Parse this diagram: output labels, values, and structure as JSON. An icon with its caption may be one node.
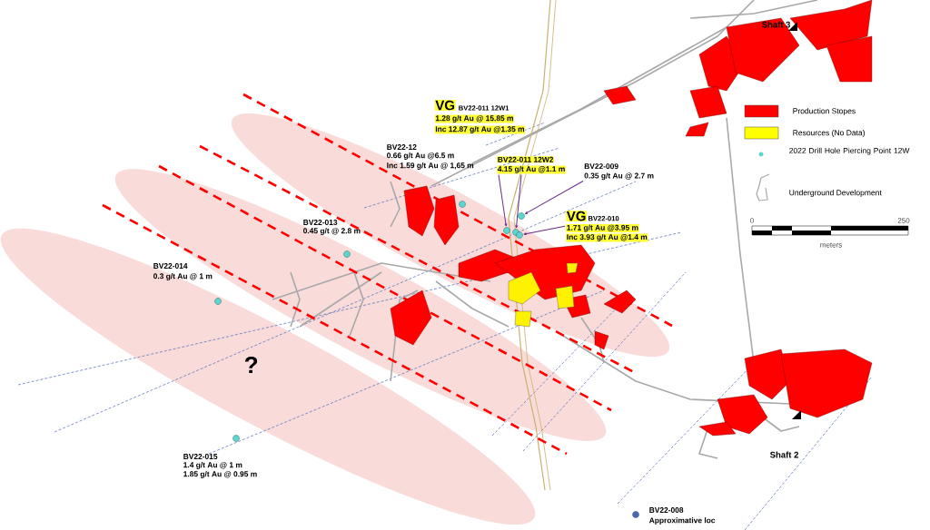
{
  "diagram": {
    "nodes": [
      {
        "text": [
          "BV22-011 12W2",
          "4.15 g/t Au @1.1 m"
        ]
      },
      {
        "text": [
          "BV22-009",
          "0.35 g/t Au @ 2.7 m"
        ]
      },
      {
        "text": [
          "VG",
          "BV22-010",
          "1.71 g/t Au @3.95 m",
          "Inc 3.93 g/t Au @1.4 m"
        ]
      },
      {
        "text": [],
        "shape": "circle"
      },
      {
        "text": [],
        "shape": "circle"
      },
      {
        "text": [],
        "shape": "circle"
      },
      {
        "text": [],
        "shape": "circle"
      }
    ],
    "edges": [
      {
        "from": 0,
        "to": 3,
        "arrow": "to"
      },
      {
        "from": 0,
        "to": 4,
        "arrow": "to"
      },
      {
        "from": 1,
        "to": 5,
        "arrow": "to"
      },
      {
        "from": 2,
        "to": 6,
        "arrow": "to"
      }
    ],
    "labels": [
      "VG",
      "BV22-011 12W1",
      "1.28 g/t Au @ 15.85 m",
      "Inc 12.87 g/t Au @1.35 m",
      "Shaft 3",
      "BV22-12",
      "0.66 g/t Au @6.5 m",
      "Inc 1.59 g/t Au @ 1,65 m",
      "BV22-013",
      "0.45 g/t @ 2.8 m",
      "BV22-014",
      "0.3 g/t Au @ 1 m",
      "?",
      "BV22-015",
      "1.4 g/t Au @ 1 m",
      "1.85 g/t Au @ 0.95 m",
      "Shaft 2",
      "BV22-008",
      "Approximative loc",
      "0",
      "250",
      "meters"
    ],
    "legend": [
      {
        "text": "Production Stopes",
        "color": "#ff0000"
      },
      {
        "text": "Resources (No Data)",
        "color": "#ffff00"
      },
      {
        "text": "2022 Drill Hole Piercing Point 12W"
      },
      {
        "text": "Underground Development"
      }
    ]
  }
}
